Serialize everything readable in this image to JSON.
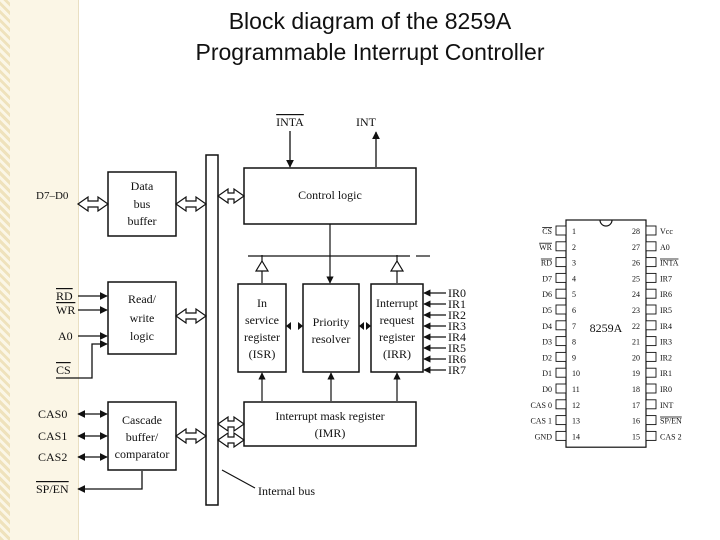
{
  "title": {
    "line1": "Block diagram of the 8259A",
    "line2": "Programmable Interrupt Controller"
  },
  "diagram": {
    "top_signals": {
      "inta": "INTA",
      "int": "INT"
    },
    "control_logic": "Control logic",
    "data_bus_buffer": [
      "Data",
      "bus",
      "buffer"
    ],
    "data_bus_label": "D7–D0",
    "read_write_logic": [
      "Read/",
      "write",
      "logic"
    ],
    "rw_signals": {
      "rd": "RD",
      "wr": "WR",
      "a0": "A0",
      "cs": "CS"
    },
    "isr": [
      "In",
      "service",
      "register",
      "(ISR)"
    ],
    "priority_resolver": [
      "Priority",
      "resolver"
    ],
    "irr": [
      "Interrupt",
      "request",
      "register",
      "(IRR)"
    ],
    "ir_inputs": [
      "IR0",
      "IR1",
      "IR2",
      "IR3",
      "IR4",
      "IR5",
      "IR6",
      "IR7"
    ],
    "imr": [
      "Interrupt mask register",
      "(IMR)"
    ],
    "cascade_block": [
      "Cascade",
      "buffer/",
      "comparator"
    ],
    "cascade_signals": [
      "CAS0",
      "CAS1",
      "CAS2"
    ],
    "sp_en": "SP/EN",
    "internal_bus": "Internal bus"
  },
  "pinout": {
    "chip_name": "8259A",
    "left_pins": [
      {
        "num": "1",
        "name": "CS"
      },
      {
        "num": "2",
        "name": "WR"
      },
      {
        "num": "3",
        "name": "RD"
      },
      {
        "num": "4",
        "name": "D7"
      },
      {
        "num": "5",
        "name": "D6"
      },
      {
        "num": "6",
        "name": "D5"
      },
      {
        "num": "7",
        "name": "D4"
      },
      {
        "num": "8",
        "name": "D3"
      },
      {
        "num": "9",
        "name": "D2"
      },
      {
        "num": "10",
        "name": "D1"
      },
      {
        "num": "11",
        "name": "D0"
      },
      {
        "num": "12",
        "name": "CAS 0"
      },
      {
        "num": "13",
        "name": "CAS 1"
      },
      {
        "num": "14",
        "name": "GND"
      }
    ],
    "right_pins": [
      {
        "num": "28",
        "name": "Vcc"
      },
      {
        "num": "27",
        "name": "A0"
      },
      {
        "num": "26",
        "name": "INTA"
      },
      {
        "num": "25",
        "name": "IR7"
      },
      {
        "num": "24",
        "name": "IR6"
      },
      {
        "num": "23",
        "name": "IR5"
      },
      {
        "num": "22",
        "name": "IR4"
      },
      {
        "num": "21",
        "name": "IR3"
      },
      {
        "num": "20",
        "name": "IR2"
      },
      {
        "num": "19",
        "name": "IR1"
      },
      {
        "num": "18",
        "name": "IR0"
      },
      {
        "num": "17",
        "name": "INT"
      },
      {
        "num": "16",
        "name": "SP/EN"
      },
      {
        "num": "15",
        "name": "CAS 2"
      }
    ]
  }
}
